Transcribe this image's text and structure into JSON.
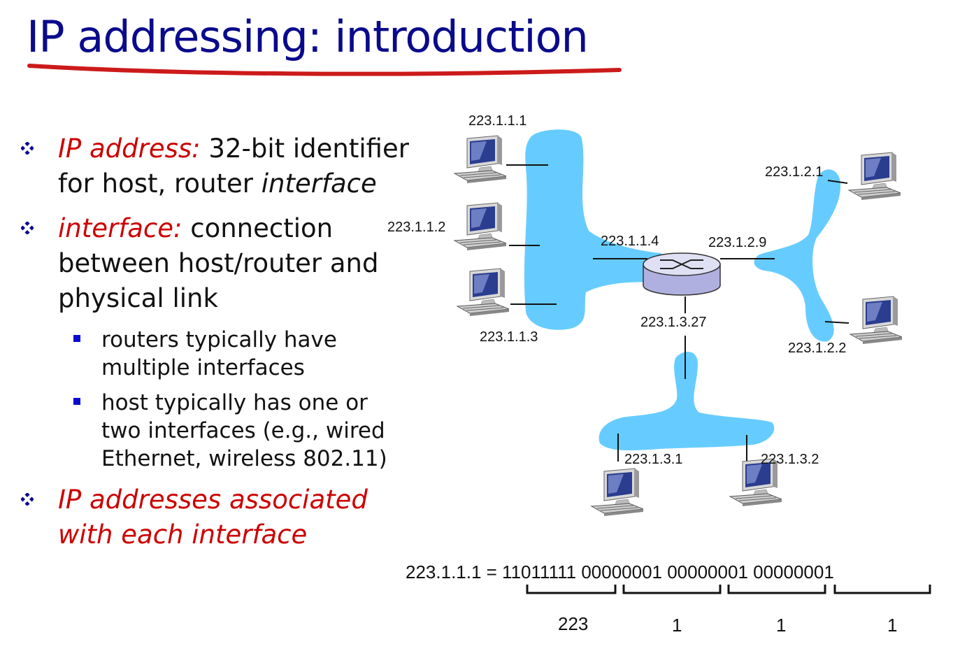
{
  "title": "IP addressing: introduction",
  "bullets": {
    "b1": {
      "term": "IP address:",
      "text_1": " 32-bit identifier for host, router ",
      "text_italic": "interface"
    },
    "b2": {
      "term": "interface:",
      "text": " connection between host/router and physical link",
      "sub": [
        "routers typically have multiple interfaces",
        "host typically has one or two interfaces (e.g., wired Ethernet, wireless 802.11)"
      ]
    },
    "b3": {
      "term": "IP addresses associated with each interface"
    }
  },
  "diagram": {
    "hosts": {
      "h1": "223.1.1.1",
      "h2": "223.1.1.2",
      "h3": "223.1.1.3",
      "h4": "223.1.2.1",
      "h5": "223.1.2.2",
      "h6": "223.1.3.1",
      "h7": "223.1.3.2"
    },
    "router_interfaces": {
      "r1": "223.1.1.4",
      "r2": "223.1.2.9",
      "r3": "223.1.3.27"
    },
    "colors": {
      "network": "#66ccff",
      "router_top": "#e0e0f4",
      "router_side": "#b0b0e0"
    }
  },
  "binary": {
    "equation": "223.1.1.1 = 11011111 00000001 00000001 00000001",
    "octets": [
      "223",
      "1",
      "1",
      "1"
    ]
  }
}
